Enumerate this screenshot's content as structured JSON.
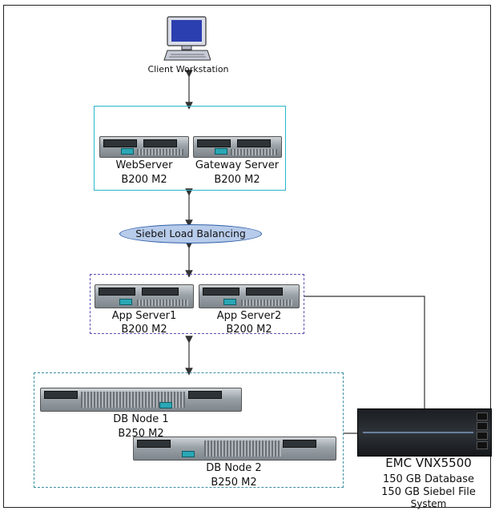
{
  "client": {
    "label": "Client Workstation"
  },
  "web_tier": {
    "servers": [
      {
        "name": "WebServer",
        "model": "B200 M2"
      },
      {
        "name": "Gateway Server",
        "model": "B200 M2"
      }
    ]
  },
  "load_balancer": {
    "label": "Siebel Load Balancing"
  },
  "app_tier": {
    "servers": [
      {
        "name": "App Server1",
        "model": "B200 M2"
      },
      {
        "name": "App Server2",
        "model": "B200 M2"
      }
    ]
  },
  "db_tier": {
    "nodes": [
      {
        "name": "DB Node 1",
        "model": "B250 M2"
      },
      {
        "name": "DB Node 2",
        "model": "B250 M2"
      }
    ]
  },
  "storage": {
    "name": "EMC VNX5500",
    "line1": "150 GB Database",
    "line2": "150 GB Siebel File",
    "line3": "System"
  },
  "colors": {
    "web_tier_border": "#29b6c8",
    "app_tier_border": "#5a4fb3",
    "db_tier_border": "#3a8fa3",
    "load_balancer_fill": "#b7cbea"
  }
}
